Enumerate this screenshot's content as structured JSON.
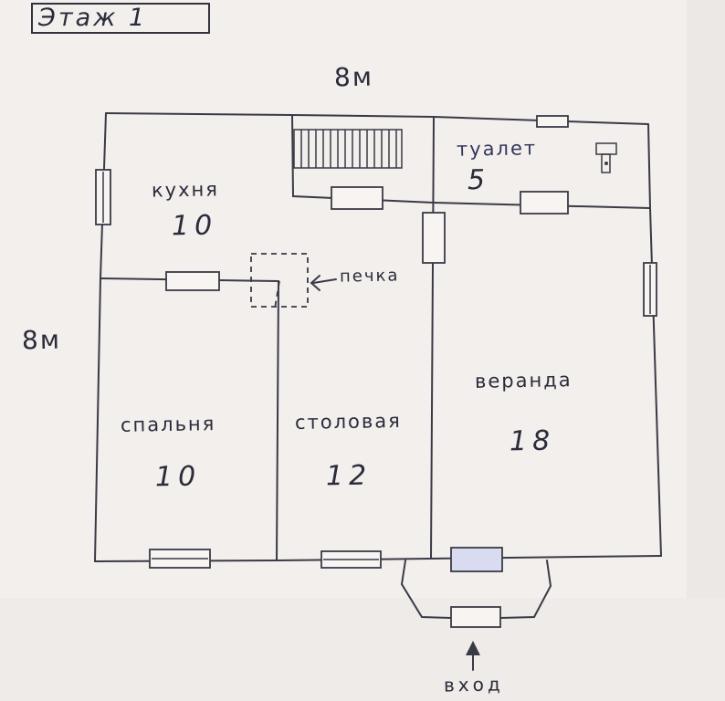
{
  "title": "Этаж 1",
  "dimensions": {
    "width": "8м",
    "height": "8м"
  },
  "rooms": [
    {
      "key": "kitchen",
      "name": "кухня",
      "area": "10"
    },
    {
      "key": "toilet",
      "name": "туалет",
      "area": "5"
    },
    {
      "key": "bedroom",
      "name": "спальня",
      "area": "10"
    },
    {
      "key": "dining",
      "name": "столовая",
      "area": "12"
    },
    {
      "key": "veranda",
      "name": "веранда",
      "area": "18"
    }
  ],
  "stove_label": "печка",
  "entrance_label": "вход",
  "colors": {
    "ink": "#3a3a46",
    "paper": "#f3efed",
    "door_tint": "#d9dcf0"
  }
}
